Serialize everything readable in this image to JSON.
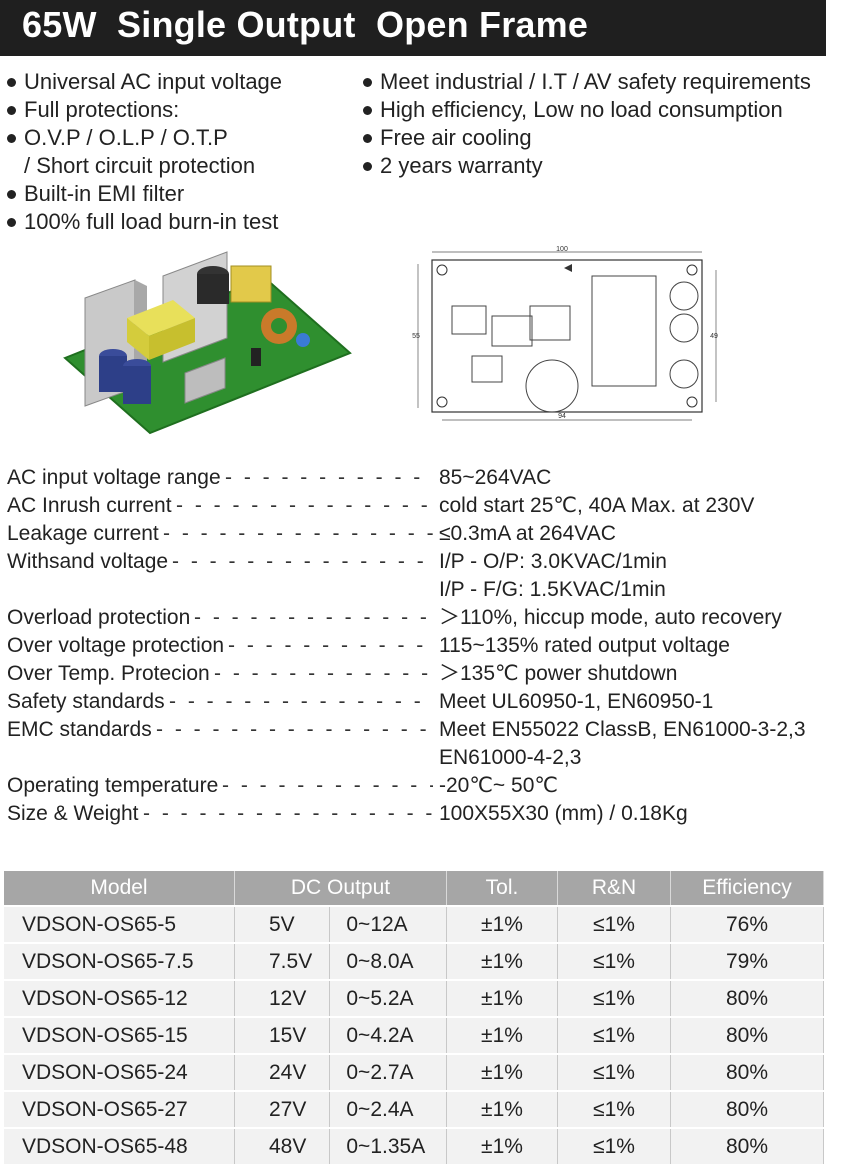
{
  "title": "65W  Single Output  Open Frame",
  "features_left": [
    {
      "text": "Universal AC input voltage",
      "bullet": true
    },
    {
      "text": "Full protections:",
      "bullet": true
    },
    {
      "text": "O.V.P / O.L.P / O.T.P",
      "bullet": true
    },
    {
      "text": "/ Short circuit protection",
      "bullet": false
    },
    {
      "text": "Built-in EMI filter",
      "bullet": true
    },
    {
      "text": "100% full load burn-in test",
      "bullet": true
    }
  ],
  "features_right": [
    {
      "text": "Meet industrial / I.T / AV safety requirements",
      "bullet": true
    },
    {
      "text": "High efficiency, Low no load consumption",
      "bullet": true
    },
    {
      "text": "Free air cooling",
      "bullet": true
    },
    {
      "text": "2 years warranty",
      "bullet": true
    }
  ],
  "drawing": {
    "dim_top": "100",
    "dim_bottom": "94",
    "dim_left": "55",
    "dim_right": "49"
  },
  "specs": [
    {
      "label": "AC input voltage range",
      "value": "85~264VAC"
    },
    {
      "label": "AC Inrush current",
      "value": "cold start 25℃,  40A  Max. at  230V"
    },
    {
      "label": "Leakage current",
      "value": "≤0.3mA at 264VAC"
    },
    {
      "label": "Withsand voltage",
      "value": "I/P - O/P: 3.0KVAC/1min"
    },
    {
      "label": "",
      "value": "I/P - F/G: 1.5KVAC/1min"
    },
    {
      "label": "Overload protection",
      "value": "＞110%, hiccup mode, auto recovery"
    },
    {
      "label": "Over voltage protection",
      "value": "115~135% rated output voltage"
    },
    {
      "label": "Over Temp. Protecion",
      "value": "＞135℃ power shutdown"
    },
    {
      "label": "Safety standards",
      "value": "Meet UL60950-1, EN60950-1"
    },
    {
      "label": "EMC standards",
      "value": "Meet EN55022 ClassB, EN61000-3-2,3"
    },
    {
      "label": "",
      "value": "EN61000-4-2,3"
    },
    {
      "label": "Operating temperature",
      "value": "-20℃~ 50℃"
    },
    {
      "label": "Size & Weight",
      "value": "100X55X30 (mm)  /  0.18Kg"
    }
  ],
  "table": {
    "headers": [
      "Model",
      "DC Output",
      "Tol.",
      "R&N",
      "Efficiency"
    ],
    "rows": [
      [
        "VDSON-OS65-5",
        "5V",
        "0~12A",
        "±1%",
        "≤1%",
        "76%"
      ],
      [
        "VDSON-OS65-7.5",
        "7.5V",
        "0~8.0A",
        "±1%",
        "≤1%",
        "79%"
      ],
      [
        "VDSON-OS65-12",
        "12V",
        "0~5.2A",
        "±1%",
        "≤1%",
        "80%"
      ],
      [
        "VDSON-OS65-15",
        "15V",
        "0~4.2A",
        "±1%",
        "≤1%",
        "80%"
      ],
      [
        "VDSON-OS65-24",
        "24V",
        "0~2.7A",
        "±1%",
        "≤1%",
        "80%"
      ],
      [
        "VDSON-OS65-27",
        "27V",
        "0~2.4A",
        "±1%",
        "≤1%",
        "80%"
      ],
      [
        "VDSON-OS65-48",
        "48V",
        "0~1.35A",
        "±1%",
        "≤1%",
        "80%"
      ]
    ]
  },
  "colors": {
    "title_bar": "#1f1f1f",
    "table_header": "#a6a6a6",
    "table_row": "#f2f2f2",
    "pcb_green": "#2f8f2f"
  }
}
